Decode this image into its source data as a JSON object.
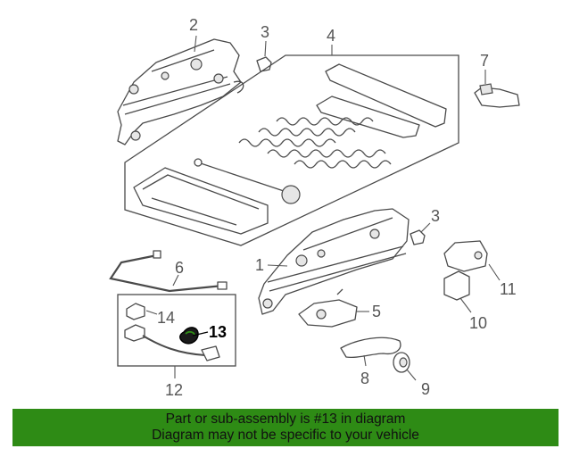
{
  "diagram": {
    "callouts": {
      "c1": "1",
      "c2": "2",
      "c3a": "3",
      "c3b": "3",
      "c4": "4",
      "c5": "5",
      "c6": "6",
      "c7": "7",
      "c8": "8",
      "c9": "9",
      "c10": "10",
      "c11": "11",
      "c12": "12",
      "c13": "13",
      "c14": "14"
    },
    "highlighted_part": "13",
    "colors": {
      "banner": "#2e8b15",
      "highlight": "#000000",
      "lines": "#4a4a4a"
    }
  },
  "banner": {
    "line1": "Part or sub-assembly is #13 in diagram",
    "line2": "Diagram may not be specific to your vehicle"
  }
}
